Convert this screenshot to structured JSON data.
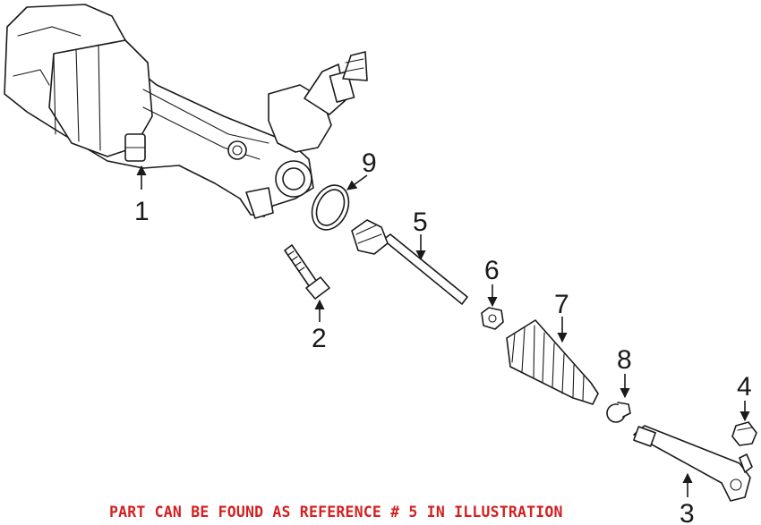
{
  "colors": {
    "line": "#1a1a1a",
    "caption": "#d42020"
  },
  "callouts": [
    {
      "id": "1",
      "label": "1"
    },
    {
      "id": "2",
      "label": "2"
    },
    {
      "id": "3",
      "label": "3"
    },
    {
      "id": "4",
      "label": "4"
    },
    {
      "id": "5",
      "label": "5"
    },
    {
      "id": "6",
      "label": "6"
    },
    {
      "id": "7",
      "label": "7"
    },
    {
      "id": "8",
      "label": "8"
    },
    {
      "id": "9",
      "label": "9"
    }
  ],
  "caption": "PART CAN BE FOUND AS REFERENCE # 5 IN ILLUSTRATION"
}
